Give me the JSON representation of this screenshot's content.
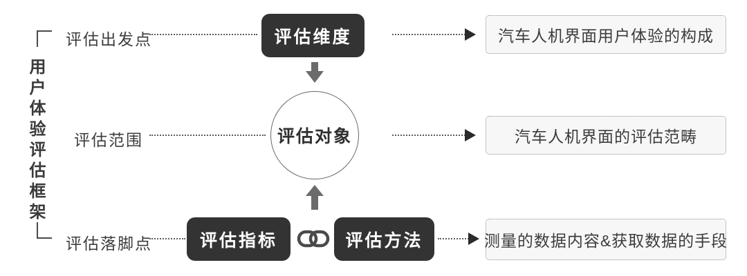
{
  "diagram": {
    "vertical_title": "用户体验评估框架",
    "rows": [
      {
        "label": "评估出发点",
        "node": "评估维度",
        "result": "汽车人机界面用户体验的构成"
      },
      {
        "label": "评估范围",
        "node": "评估对象",
        "result": "汽车人机界面的评估范畴"
      },
      {
        "label": "评估落脚点",
        "node_left": "评估指标",
        "node_right": "评估方法",
        "result": "测量的数据内容&获取数据的手段"
      }
    ],
    "icons": {
      "link": "chain-link-icon"
    },
    "colors": {
      "node_bg": "#333333",
      "node_text": "#ffffff",
      "result_bg": "#f7f7f7",
      "result_border": "#8f8f8f",
      "dotted_line": "#5a5a5a",
      "thick_arrow": "#6b6b6b",
      "arrowhead": "#2b2b2b",
      "text": "#3c3c3c",
      "background": "#ffffff"
    }
  }
}
